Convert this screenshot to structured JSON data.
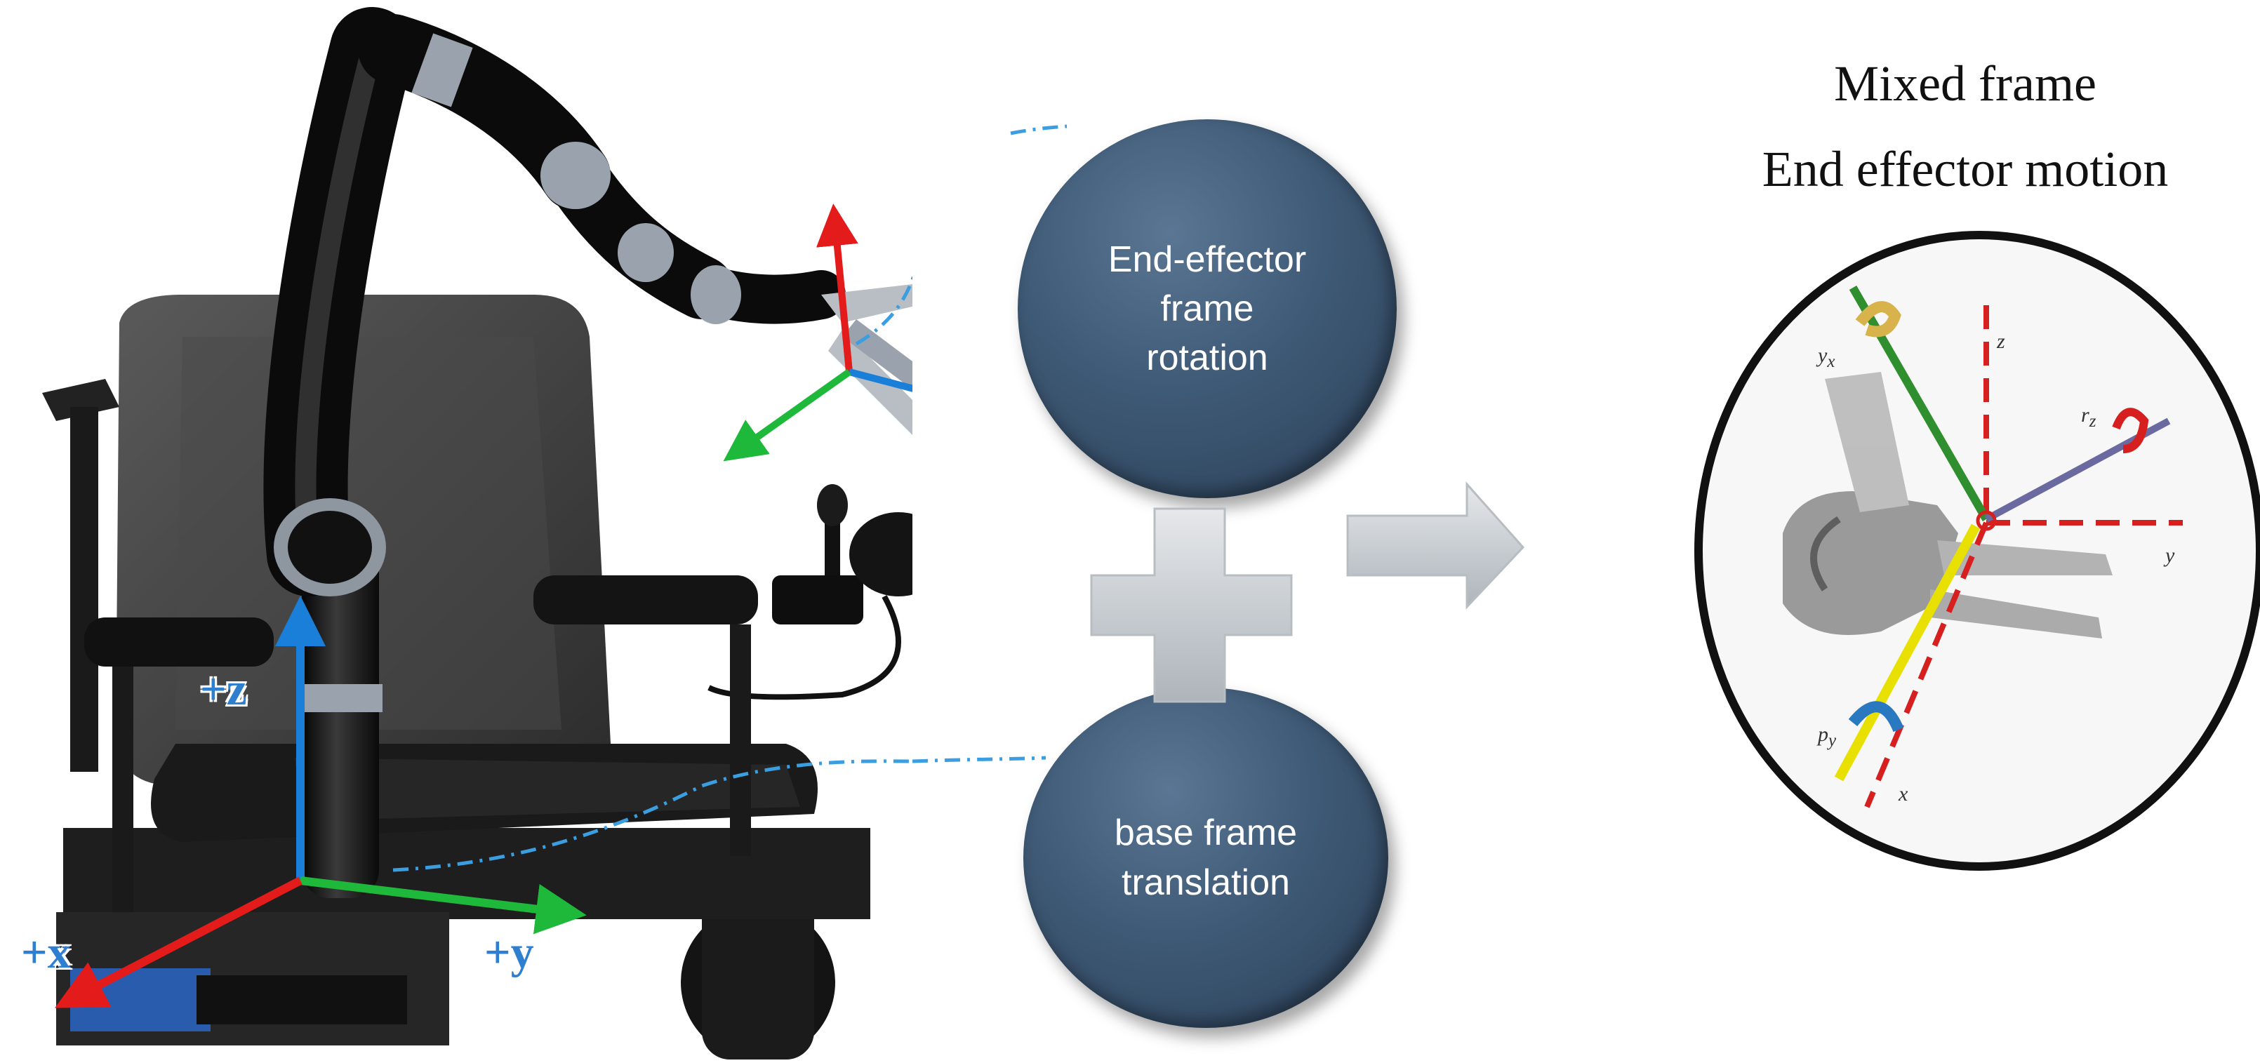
{
  "left_panel": {
    "base_axes": {
      "z_label": "+z",
      "x_label": "+x",
      "y_label": "+y"
    }
  },
  "bubbles": {
    "end_effector": "End-effector\nframe\nrotation",
    "base": "base frame\ntranslation"
  },
  "right_panel": {
    "title_line1": "Mixed frame",
    "title_line2": "End effector motion",
    "inset_labels": {
      "z": "z",
      "y": "y",
      "x": "x",
      "yx": "y",
      "yx_sub": "x",
      "rz": "r",
      "rz_sub": "z",
      "py": "p",
      "py_sub": "y"
    }
  },
  "colors": {
    "axis_x": "#e31b1b",
    "axis_y": "#1eb93a",
    "axis_z": "#1a7fd8",
    "bubble": "#3f5a76",
    "inset_x": "#e8e000",
    "inset_y": "#2f8f2f"
  }
}
